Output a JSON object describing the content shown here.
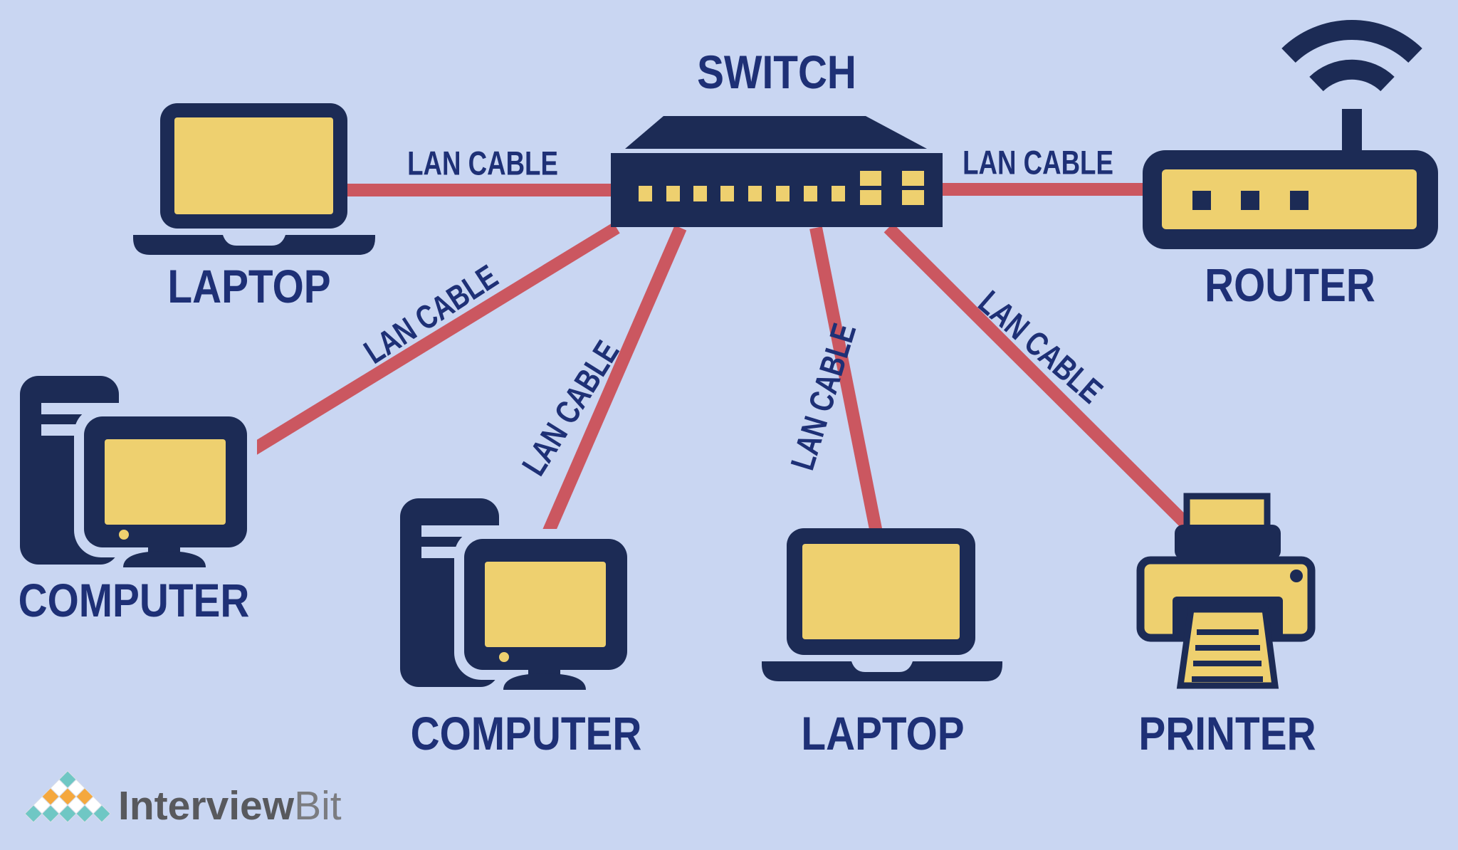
{
  "diagram": {
    "nodes": [
      {
        "id": "switch",
        "type": "switch",
        "label": "SWITCH"
      },
      {
        "id": "laptop-top",
        "type": "laptop",
        "label": "LAPTOP"
      },
      {
        "id": "router",
        "type": "wireless-router",
        "label": "ROUTER"
      },
      {
        "id": "computer-left",
        "type": "desktop-computer",
        "label": "COMPUTER"
      },
      {
        "id": "computer-center",
        "type": "desktop-computer",
        "label": "COMPUTER"
      },
      {
        "id": "laptop-bottom",
        "type": "laptop",
        "label": "LAPTOP"
      },
      {
        "id": "printer",
        "type": "printer",
        "label": "PRINTER"
      }
    ],
    "edges": [
      {
        "from": "laptop-top",
        "to": "switch",
        "label": "LAN CABLE"
      },
      {
        "from": "switch",
        "to": "router",
        "label": "LAN CABLE"
      },
      {
        "from": "switch",
        "to": "computer-left",
        "label": "LAN CABLE"
      },
      {
        "from": "switch",
        "to": "computer-center",
        "label": "LAN CABLE"
      },
      {
        "from": "switch",
        "to": "laptop-bottom",
        "label": "LAN CABLE"
      },
      {
        "from": "switch",
        "to": "printer",
        "label": "LAN CABLE"
      }
    ]
  },
  "branding": {
    "logo_bold": "Interview",
    "logo_light": "Bit"
  },
  "colors": {
    "background": "#c9d6f2",
    "device_navy": "#1c2b55",
    "label_navy": "#1e3076",
    "screen_yellow": "#eed06f",
    "cable_red": "#cb5760",
    "logo_teal": "#6fc7c4",
    "logo_orange": "#f5a83e",
    "logo_white": "#ffffff",
    "logo_text_dark": "#58595d",
    "logo_text_light": "#7b7c80"
  }
}
